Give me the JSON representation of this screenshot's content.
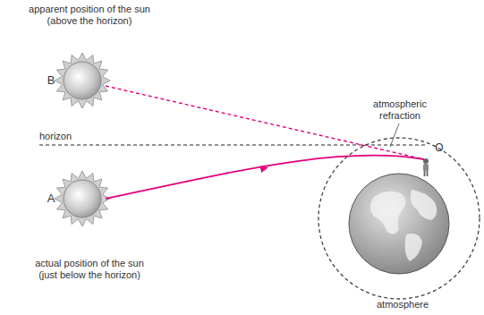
{
  "diagram": {
    "labels": [
      "apparent position of the sun (above the horizon)",
      "B",
      "horizon",
      "atmospheric refraction",
      "O",
      "A",
      "actual position of the sun (just below the horizon)",
      "atmosphere"
    ]
  }
}
